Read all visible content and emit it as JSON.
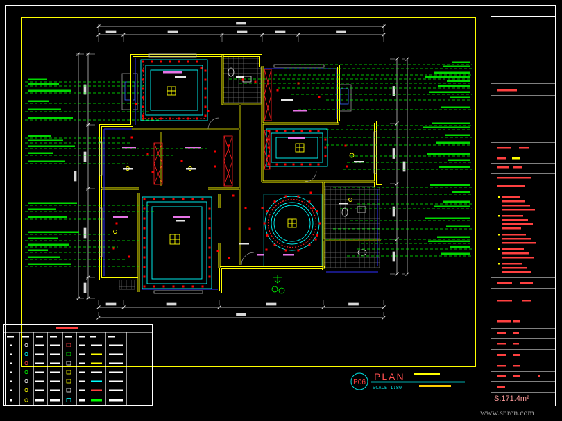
{
  "drawing": {
    "number": "P06",
    "title": "PLAN",
    "scale": "SCALE 1:80",
    "area": "S:171.4m²"
  },
  "watermark": "www.snren.com",
  "colors": {
    "background": "#000000",
    "frame": "#ffffff",
    "wall": "#ffff00",
    "ceiling_outline": "#00ffff",
    "downlight": "#ff0000",
    "leader": "#00ff00",
    "dimension": "#d8d8d8",
    "title_red": "#ff4040",
    "tile_grid": "#7f7f7f"
  }
}
